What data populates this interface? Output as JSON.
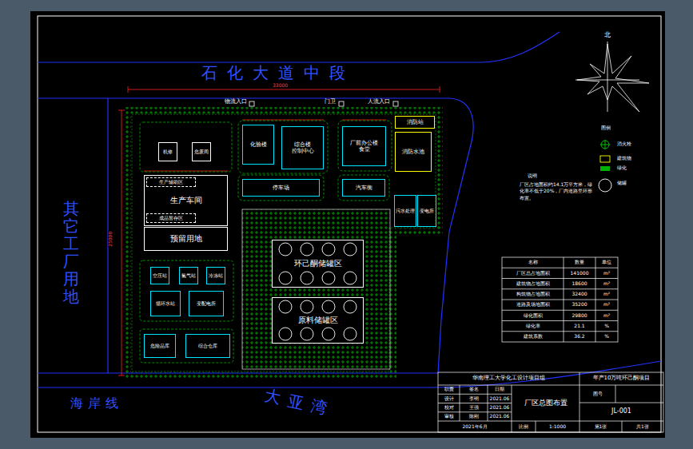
{
  "diagram": {
    "nodes": [
      {
        "text": [
          "生产车间"
        ]
      },
      {
        "text": [
          "生产辅助区"
        ],
        "in": 0
      },
      {
        "text": [
          "成品暂存区"
        ],
        "in": 0
      },
      {
        "text": [
          "预留用地"
        ]
      },
      {
        "text": [
          "机修"
        ]
      },
      {
        "text": [
          "危废间"
        ]
      },
      {
        "text": [
          "化验楼"
        ]
      },
      {
        "text": [
          "综合楼",
          "控制中心"
        ]
      },
      {
        "text": [
          "厂前办公楼",
          "食堂"
        ]
      },
      {
        "text": [
          "停车场"
        ]
      },
      {
        "text": [
          "汽车衡"
        ]
      },
      {
        "text": [
          "消防站"
        ]
      },
      {
        "text": [
          "消防水池"
        ]
      },
      {
        "text": [
          "污水处理"
        ]
      },
      {
        "text": [
          "变电所"
        ]
      },
      {
        "text": [
          "环己酮储罐区"
        ]
      },
      {
        "text": [
          "原料储罐区"
        ]
      },
      {
        "text": [
          "空压站"
        ]
      },
      {
        "text": [
          "氮气站"
        ]
      },
      {
        "text": [
          "冷冻站"
        ]
      },
      {
        "text": [
          "循环水站"
        ]
      },
      {
        "text": [
          "变配电所"
        ]
      },
      {
        "text": [
          "危险品库"
        ]
      },
      {
        "text": [
          "综合仓库"
        ]
      }
    ],
    "labels": [
      "石化大道中段",
      "其它工厂用地",
      "海岸线",
      "大亚湾",
      "物流入口",
      "门卫",
      "人流入口",
      "北",
      "图例",
      "说明",
      "厂区占地面积约14.1万平方米，绿化率不低于20%，厂内道路呈环形布置。",
      "名称",
      "数量",
      "单位",
      "厂区总占地面积",
      "141000",
      "m²",
      "建筑物占地面积",
      "18600",
      "m²",
      "构筑物占地面积",
      "32400",
      "m²",
      "道路及场地面积",
      "35200",
      "m²",
      "绿化面积",
      "29800",
      "m²",
      "绿化率",
      "21.1",
      "%",
      "建筑系数",
      "36.2",
      "%",
      "华南理工大学化工设计项目组",
      "年产10万吨环己酮项目",
      "职责",
      "签名",
      "日期",
      "设计",
      "李明",
      "2021.06",
      "校对",
      "王强",
      "2021.06",
      "审核",
      "陈刚",
      "2021.06",
      "厂区总图布置",
      "图号",
      "JL-001",
      "2021年6月",
      "比例",
      "1:1000",
      "第1张",
      "共1张",
      "33000",
      "25000"
    ],
    "legend": [
      {
        "text": "消火栓"
      },
      {
        "text": "建筑物"
      },
      {
        "text": "绿化",
        "color": "#00b000"
      },
      {
        "text": "储罐"
      }
    ]
  }
}
